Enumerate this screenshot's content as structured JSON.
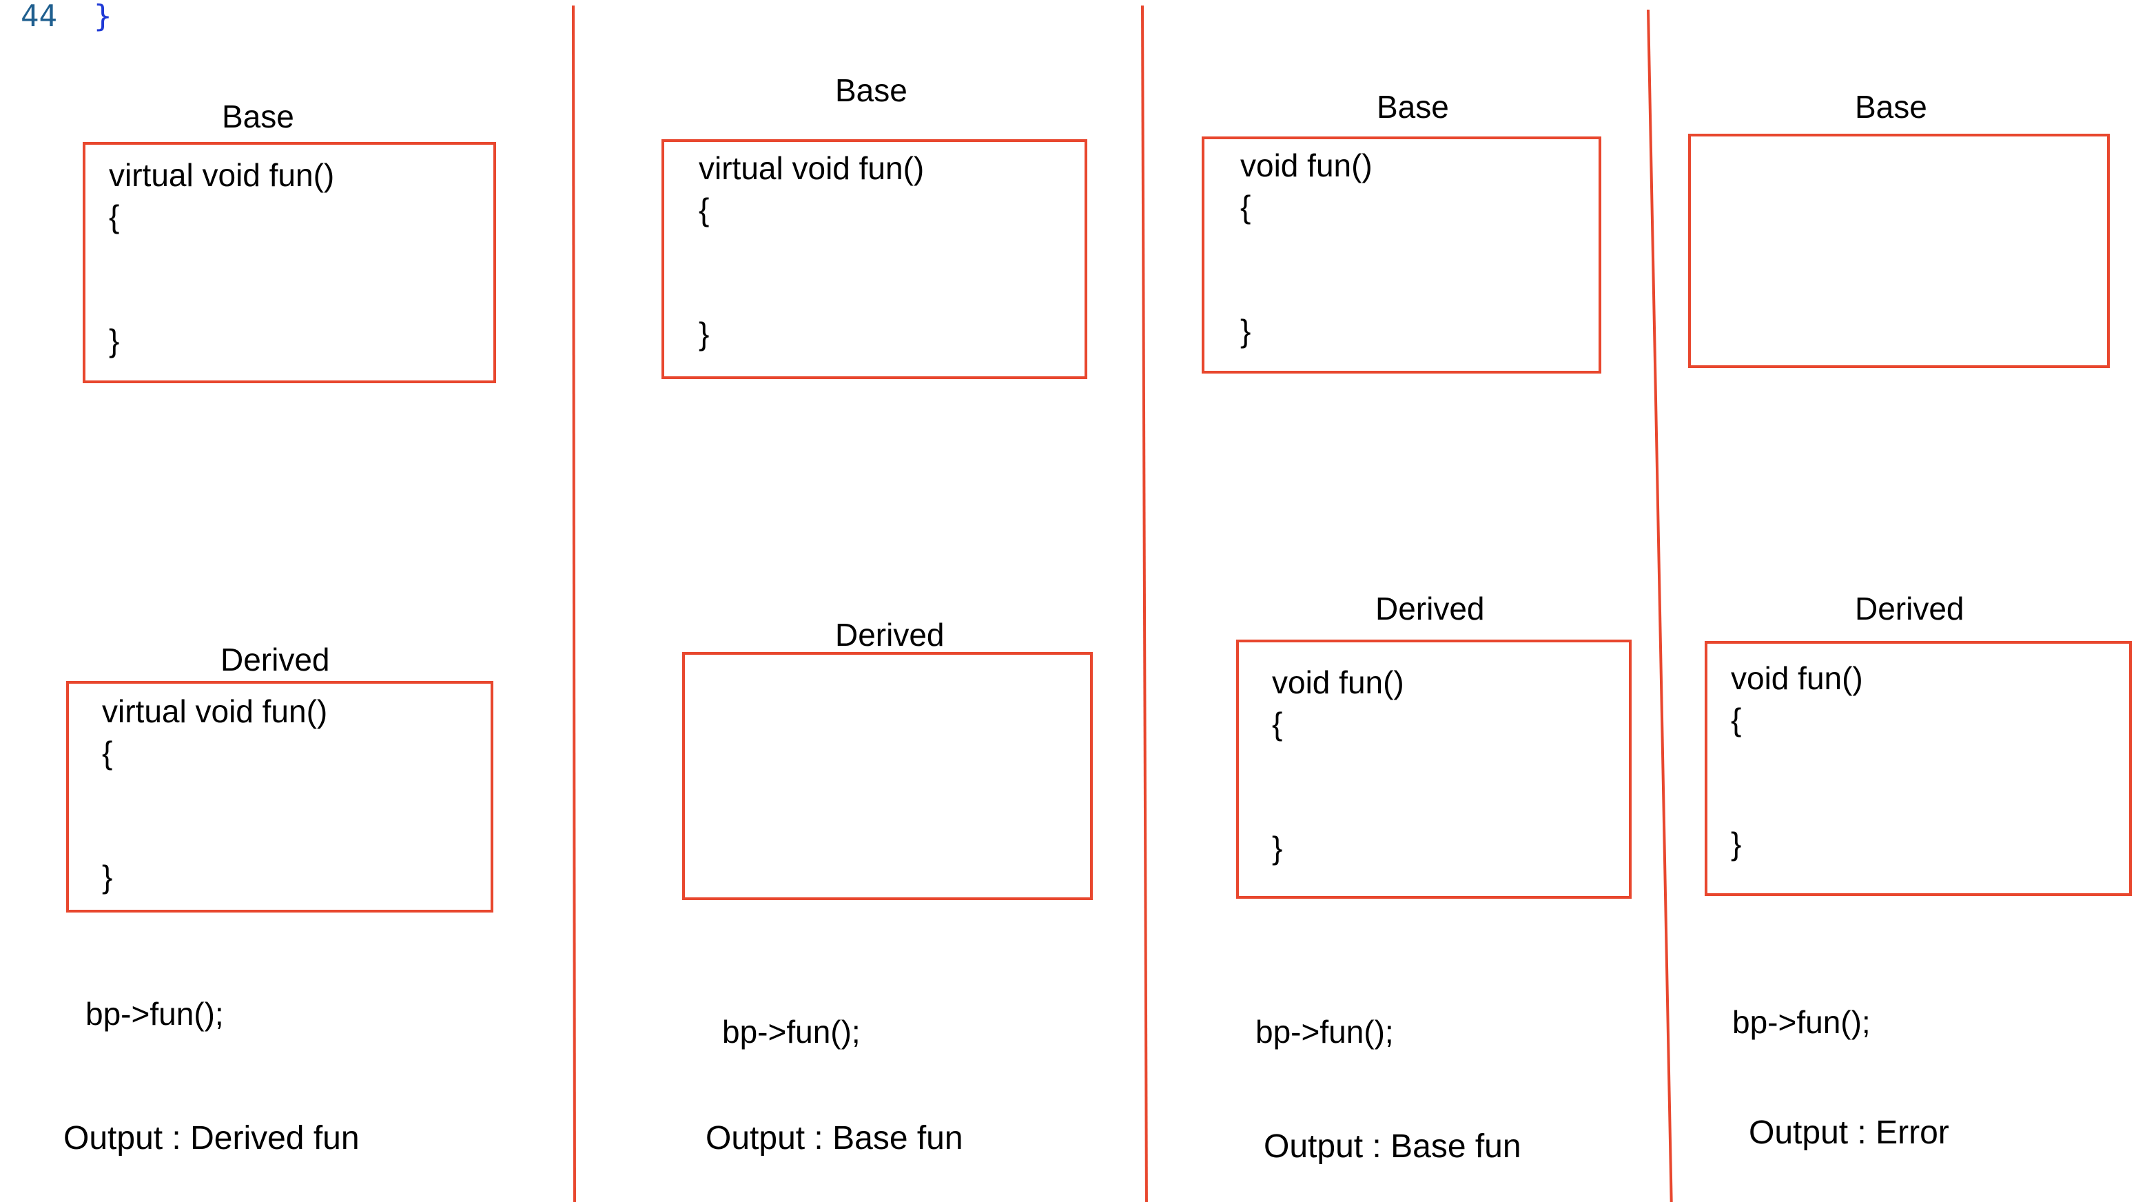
{
  "code_snippet": {
    "line_number": "44",
    "brace": "}"
  },
  "panels": [
    {
      "base_title": "Base",
      "base_lines": [
        "virtual void fun()",
        "{",
        "",
        "",
        "}"
      ],
      "derived_title": "Derived",
      "derived_lines": [
        "virtual void fun()",
        "{",
        "",
        "",
        "}"
      ],
      "call": "bp->fun();",
      "output": "Output : Derived fun"
    },
    {
      "base_title": "Base",
      "base_lines": [
        "virtual void fun()",
        "{",
        "",
        "",
        "}"
      ],
      "derived_title": "Derived",
      "derived_lines": [],
      "call": "bp->fun();",
      "output": "Output : Base fun"
    },
    {
      "base_title": "Base",
      "base_lines": [
        "void fun()",
        "{",
        "",
        "",
        "}"
      ],
      "derived_title": "Derived",
      "derived_lines": [
        "void fun()",
        "{",
        "",
        "",
        "}"
      ],
      "call": "bp->fun();",
      "output": "Output : Base fun"
    },
    {
      "base_title": "Base",
      "base_lines": [],
      "derived_title": "Derived",
      "derived_lines": [
        "void fun()",
        "{",
        "",
        "",
        "}"
      ],
      "call": "bp->fun();",
      "output": "Output : Error"
    }
  ],
  "colors": {
    "box_border": "#e8472e",
    "divider": "#e8472e",
    "line_number": "#1f5f8f",
    "code_brace": "#1f3ad6"
  }
}
